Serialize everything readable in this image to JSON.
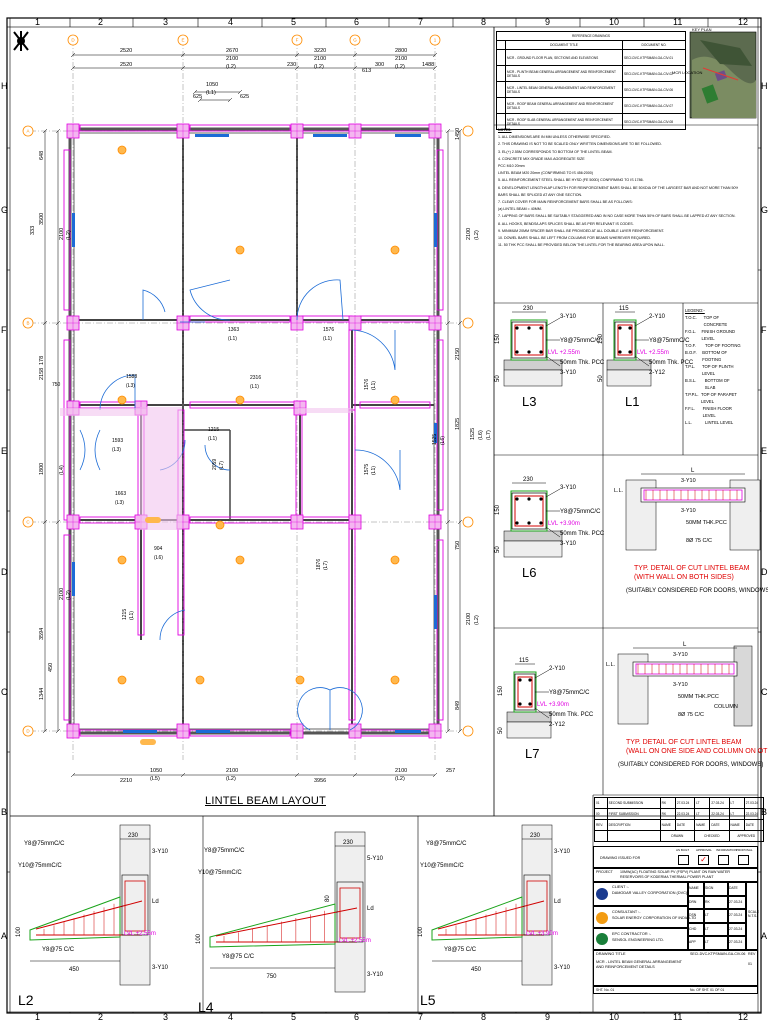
{
  "grid": {
    "cols": [
      "1",
      "2",
      "3",
      "4",
      "5",
      "6",
      "7",
      "8",
      "9",
      "10",
      "11",
      "12"
    ],
    "rows": [
      "H",
      "G",
      "F",
      "E",
      "D",
      "C",
      "B",
      "A"
    ]
  },
  "plan": {
    "title": "LINTEL BEAM LAYOUT",
    "grid_bubbles": [
      "A",
      "B",
      "C",
      "D",
      "E",
      "F",
      "G",
      "1",
      "2",
      "3"
    ],
    "top_dims": [
      "2520",
      "2520",
      "2670",
      "2100",
      "(L2)",
      "1050",
      "(L1)",
      "625",
      "625",
      "3220",
      "2100",
      "(L2)",
      "2800",
      "2100",
      "(L2)",
      "230",
      "300",
      "613",
      "1488"
    ],
    "bottom_dims": [
      "2210",
      "1050",
      "(L5)",
      "2100",
      "(L2)",
      "3956",
      "2100",
      "(L2)",
      "257"
    ],
    "left_dims": [
      "648",
      "3500",
      "333",
      "2100",
      "(L2)",
      "2158",
      "178",
      "1800",
      "(L4)",
      "2100",
      "(L2)",
      "3594",
      "1344",
      "450"
    ],
    "right_dims": [
      "1450",
      "2100",
      "(L2)",
      "2150",
      "1825",
      "1525",
      "(L6)",
      "(L7)",
      "2100",
      "(L2)",
      "849",
      "750"
    ],
    "inner_dims": [
      "750",
      "1588",
      "(L3)",
      "1593",
      "(L3)",
      "1663",
      "(L3)",
      "904",
      "(L6)",
      "1363",
      "(L1)",
      "1576",
      "(L1)",
      "2316",
      "(L1)",
      "1215",
      "(L1)",
      "1215",
      "(L1)",
      "2059",
      "(L7)",
      "1876",
      "(L7)",
      "1576",
      "(L1)",
      "1575",
      "(L1)",
      "1525",
      "(L6)"
    ]
  },
  "ref_drawings": {
    "header": "REFERENCE DRAWINGS",
    "col1": "DOCUMENT TITLE",
    "col2": "DOCUMENT NO.",
    "rows": [
      [
        "MCR - GROUND FLOOR PLAN, SECTIONS AND ELEVATIONS",
        "SECI-DVC-KTPSMAIN-GA-CIV-01"
      ],
      [
        "MCR - PLINTH BEAM GENERAL ARRANGEMENT AND REINFORCEMENT DETAILS",
        "SECI-DVC-KTPSMAIN-GA-CIV-02"
      ],
      [
        "MCR - LINTEL BEAM GENERAL ARRANGEMENT AND REINFORCEMENT DETAILS",
        "SECI-DVC-KTPSMAIN-GA-CIV-06"
      ],
      [
        "MCR - ROOF BEAM GENERAL ARRANGEMENT AND REINFORCEMENT DETAILS",
        "SECI-DVC-KTPSMAIN-GA-CIV-07"
      ],
      [
        "MCR - ROOF SLAB GENERAL ARRANGEMENT AND REINFORCEMENT DETAILS",
        "SECI-DVC-KTPSMAIN-GA-CIV-08"
      ]
    ]
  },
  "key_plan": {
    "label": "KEY PLAN",
    "tag": "MCR LOCATION"
  },
  "notes": {
    "heading": "NOTES:",
    "lines": [
      "1.   ALL DIMENSIONS ARE IN MM UNLESS OTHERWISE SPECIFIED.",
      "2.   THIS DRAWING IS NOT TO BE SCALED ONLY WRITTEN DIMENSIONS ARE TO BE FOLLOWED.",
      "3.   EL(+) 2.55M CORRESPONDS TO BOTTOM OF THE LINTEL BEAM.",
      "4.   CONCRETE MIX          GRADE         MAX.AGGREGATE SIZE",
      "      PCC                        M10              20mm",
      "      LINTEL BEAM            M20              20mm          (CONFIRMING TO IS 456:2000)",
      "5.   ALL REINFORCEMENT STEEL SHALL BE HYSD (FE 500D) CONFIRMING TO IS 1786.",
      "6.   DEVELOPMENT LENGTH/LAP LENGTH FOR REINFORCEMENT BARS SHALL BE 50XDIA OF THE LARGEST BAR AND NOT MORE THAN 50% OF",
      "      BARS SHALL BE SPLICED AT ANY ONE SECTION.",
      "7.   CLEAR COVER FOR MAIN REINFORCEMENT BARS SHALL BE AS FOLLOWS:",
      "(a)   LINTEL BEAM = 40MM.",
      "7.   LAPPING OF BARS SHALL BE SUITABLY STAGGERED AND IN NO CASE MORE THAN 50% OF BARS SHALL BE LAPPED AT ANY SECTION.",
      "8.   ALL HOOKS, BENDS/LAPS SPLICES SHALL BE AS PER RELEVANT IS CODES.",
      "9.   MINIMUM 20MM SPACER BAR SHALL BE PROVIDED AT ALL DOUBLE LAYER REINFORCEMENT.",
      "10. DOWEL BARS SHALL BE LEFT FROM COLUMNS FOR BEAMS WHEREVER REQUIRED.",
      "11. 50 THK PCC SHALL BE PROVIDED BELOW THE LINTEL FOR THE BEARING AREA UPON WALL."
    ]
  },
  "legend": {
    "heading": "LEGEND:-",
    "items": [
      [
        "T.O.C.",
        "TOP OF CONCRETE"
      ],
      [
        "F.G.L.",
        "FINISH GROUND LEVEL"
      ],
      [
        "T.O.F.",
        "TOP OF FOOTING"
      ],
      [
        "B.O.F.",
        "BOTTOM OF FOOTING"
      ],
      [
        "T.P.L.",
        "TOP OF PLINTH LEVEL"
      ],
      [
        "B.S.L.",
        "BOTTOM OF SLAB"
      ],
      [
        "T.P.P.L.",
        "TOP OF PARAPET LEVEL"
      ],
      [
        "F.F.L.",
        "FINISH FLOOR LEVEL"
      ],
      [
        "L.L.",
        "LINTEL LEVEL"
      ]
    ]
  },
  "sections": {
    "L3": {
      "name": "L3",
      "width": "230",
      "depth": "150",
      "pcc": "50",
      "top": "3-Y10",
      "bottom": "3-Y10",
      "stirrup": "Y8@75mmC/C",
      "level": "LVL +2.55m",
      "pcc_label": "50mm Thk. PCC"
    },
    "L1": {
      "name": "L1",
      "width": "115",
      "depth": "150",
      "pcc": "50",
      "top": "2-Y10",
      "bottom": "2-Y12",
      "stirrup": "Y8@75mmC/C",
      "level": "LVL +2.55m",
      "pcc_label": "50mm Thk. PCC"
    },
    "L6": {
      "name": "L6",
      "width": "230",
      "depth": "150",
      "pcc": "50",
      "top": "3-Y10",
      "bottom": "3-Y10",
      "stirrup": "Y8@75mmC/C",
      "level": "LVL +3.90m",
      "pcc_label": "50mm Thk. PCC"
    },
    "L7": {
      "name": "L7",
      "width": "115",
      "depth": "150",
      "pcc": "50",
      "top": "2-Y10",
      "bottom": "2-Y12",
      "stirrup": "Y8@75mmC/C",
      "level": "LVL +3.90m",
      "pcc_label": "50mm Thk. PCC"
    },
    "L2": {
      "name": "L2",
      "width": "230",
      "depth": "100",
      "span": "450",
      "top": "3-Y10",
      "bottom": "3-Y10",
      "stirrup1": "Y8@75mmC/C",
      "stirrup2": "Y10@75mmC/C",
      "stirrup3": "Y8@75 C/C",
      "ld": "Ld",
      "level": "LVL +2.55m"
    },
    "L4": {
      "name": "L4",
      "width": "230",
      "depth": "100",
      "span": "750",
      "top": "5-Y10",
      "bottom": "3-Y10",
      "stirrup1": "Y8@75mmC/C",
      "stirrup2": "Y10@75mmC/C",
      "stirrup3": "Y8@75 C/C",
      "ld": "Ld",
      "level": "LVL +2.55m",
      "mid": "80"
    },
    "L5": {
      "name": "L5",
      "width": "230",
      "depth": "100",
      "span": "450",
      "top": "3-Y10",
      "bottom": "3-Y10",
      "stirrup1": "Y8@75mmC/C",
      "stirrup2": "Y10@75mmC/C",
      "stirrup3": "Y8@75 C/C",
      "ld": "Ld",
      "level": "LVL +3.90m"
    }
  },
  "typ1": {
    "title1": "TYP. DETAIL OF CUT LINTEL BEAM",
    "title2": "(WITH WALL ON BOTH SIDES)",
    "note": "(SUITABLY CONSIDERED FOR DOORS, WINDOWS)",
    "L": "L",
    "top": "3-Y10",
    "bottom": "3-Y10",
    "ll": "L.L.",
    "pcc": "50MM THK.PCC",
    "stirrup": "8Ø 75 C/C"
  },
  "typ2": {
    "title1": "TYP. DETAIL OF CUT LINTEL BEAM",
    "title2": "(WALL ON ONE SIDE AND COLUMN ON OTHER SIDES)",
    "note": "(SUITABLY CONSIDERED FOR DOORS, WINDOWS)",
    "L": "L",
    "top": "3-Y10",
    "bottom": "3-Y10",
    "ll": "L.L.",
    "pcc": "50MM THK.PCC",
    "column": "COLUMN",
    "stirrup": "8Ø 75 C/C"
  },
  "revisions": {
    "rows": [
      [
        "01",
        "SECOND SUBMISSION",
        "RK",
        "27.03.24",
        "LT",
        "27.03.24",
        "LT",
        "27.03.24"
      ],
      [
        "00",
        "FIRST SUBMISSION",
        "RK",
        "22.03.24",
        "LT",
        "22.03.24",
        "LT",
        "22.03.24"
      ]
    ],
    "header": [
      "REV.",
      "DESCRIPTION",
      "NAME",
      "DATE",
      "NAME",
      "DATE",
      "NAME",
      "DATE"
    ],
    "header2": [
      "DRAWN",
      "CHECKED",
      "APPROVED"
    ]
  },
  "title_block": {
    "drawing_issued_for": "DRAWING ISSUED FOR",
    "issue_opts": [
      "AS BUILT",
      "APPROVAL",
      "INFORMATION",
      "PROPOSAL"
    ],
    "project_label": "PROJECT",
    "project": "10MW(AC) FLOATING SOLAR PV (FSPV) PLANT ON RAW WATER RESERVOIRS OF KODERMA THERMAL POWER PLANT",
    "client_label": "CLIENT :-",
    "client": "DAMODAR VALLEY CORPORATION (DVC)",
    "consultant_label": "CONSULTANT :-",
    "consultant": "SOLAR ENERGY CORPORATION OF INDIA LTD",
    "epc_label": "EPC CONTRACTOR :-",
    "epc": "SENSOL ENGINEERING LTD.",
    "drawing_title_label": "DRAWING TITLE",
    "drawing_title": "MCR - LINTEL BEAM GENERAL ARRANGEMENT AND REINFORCEMENT DETAILS",
    "drawing_no": "SECI-DVC-KTPSMAIN-GA-CIV-06",
    "rev": "01",
    "sheet": "SHT. No. 01",
    "of": "No. OF SHT. 01 OF 01",
    "side_rows": [
      [
        "NAME",
        "SIGN",
        "DATE"
      ],
      [
        "DRN",
        "RK",
        "27.03.24"
      ],
      [
        "DSN",
        "LT",
        "27.03.24"
      ],
      [
        "CHD",
        "LT",
        "27.03.24"
      ],
      [
        "APP",
        "LT",
        "27.03.24"
      ]
    ],
    "scale": "SCALE N.T.S.",
    "rev_label": "REV"
  }
}
